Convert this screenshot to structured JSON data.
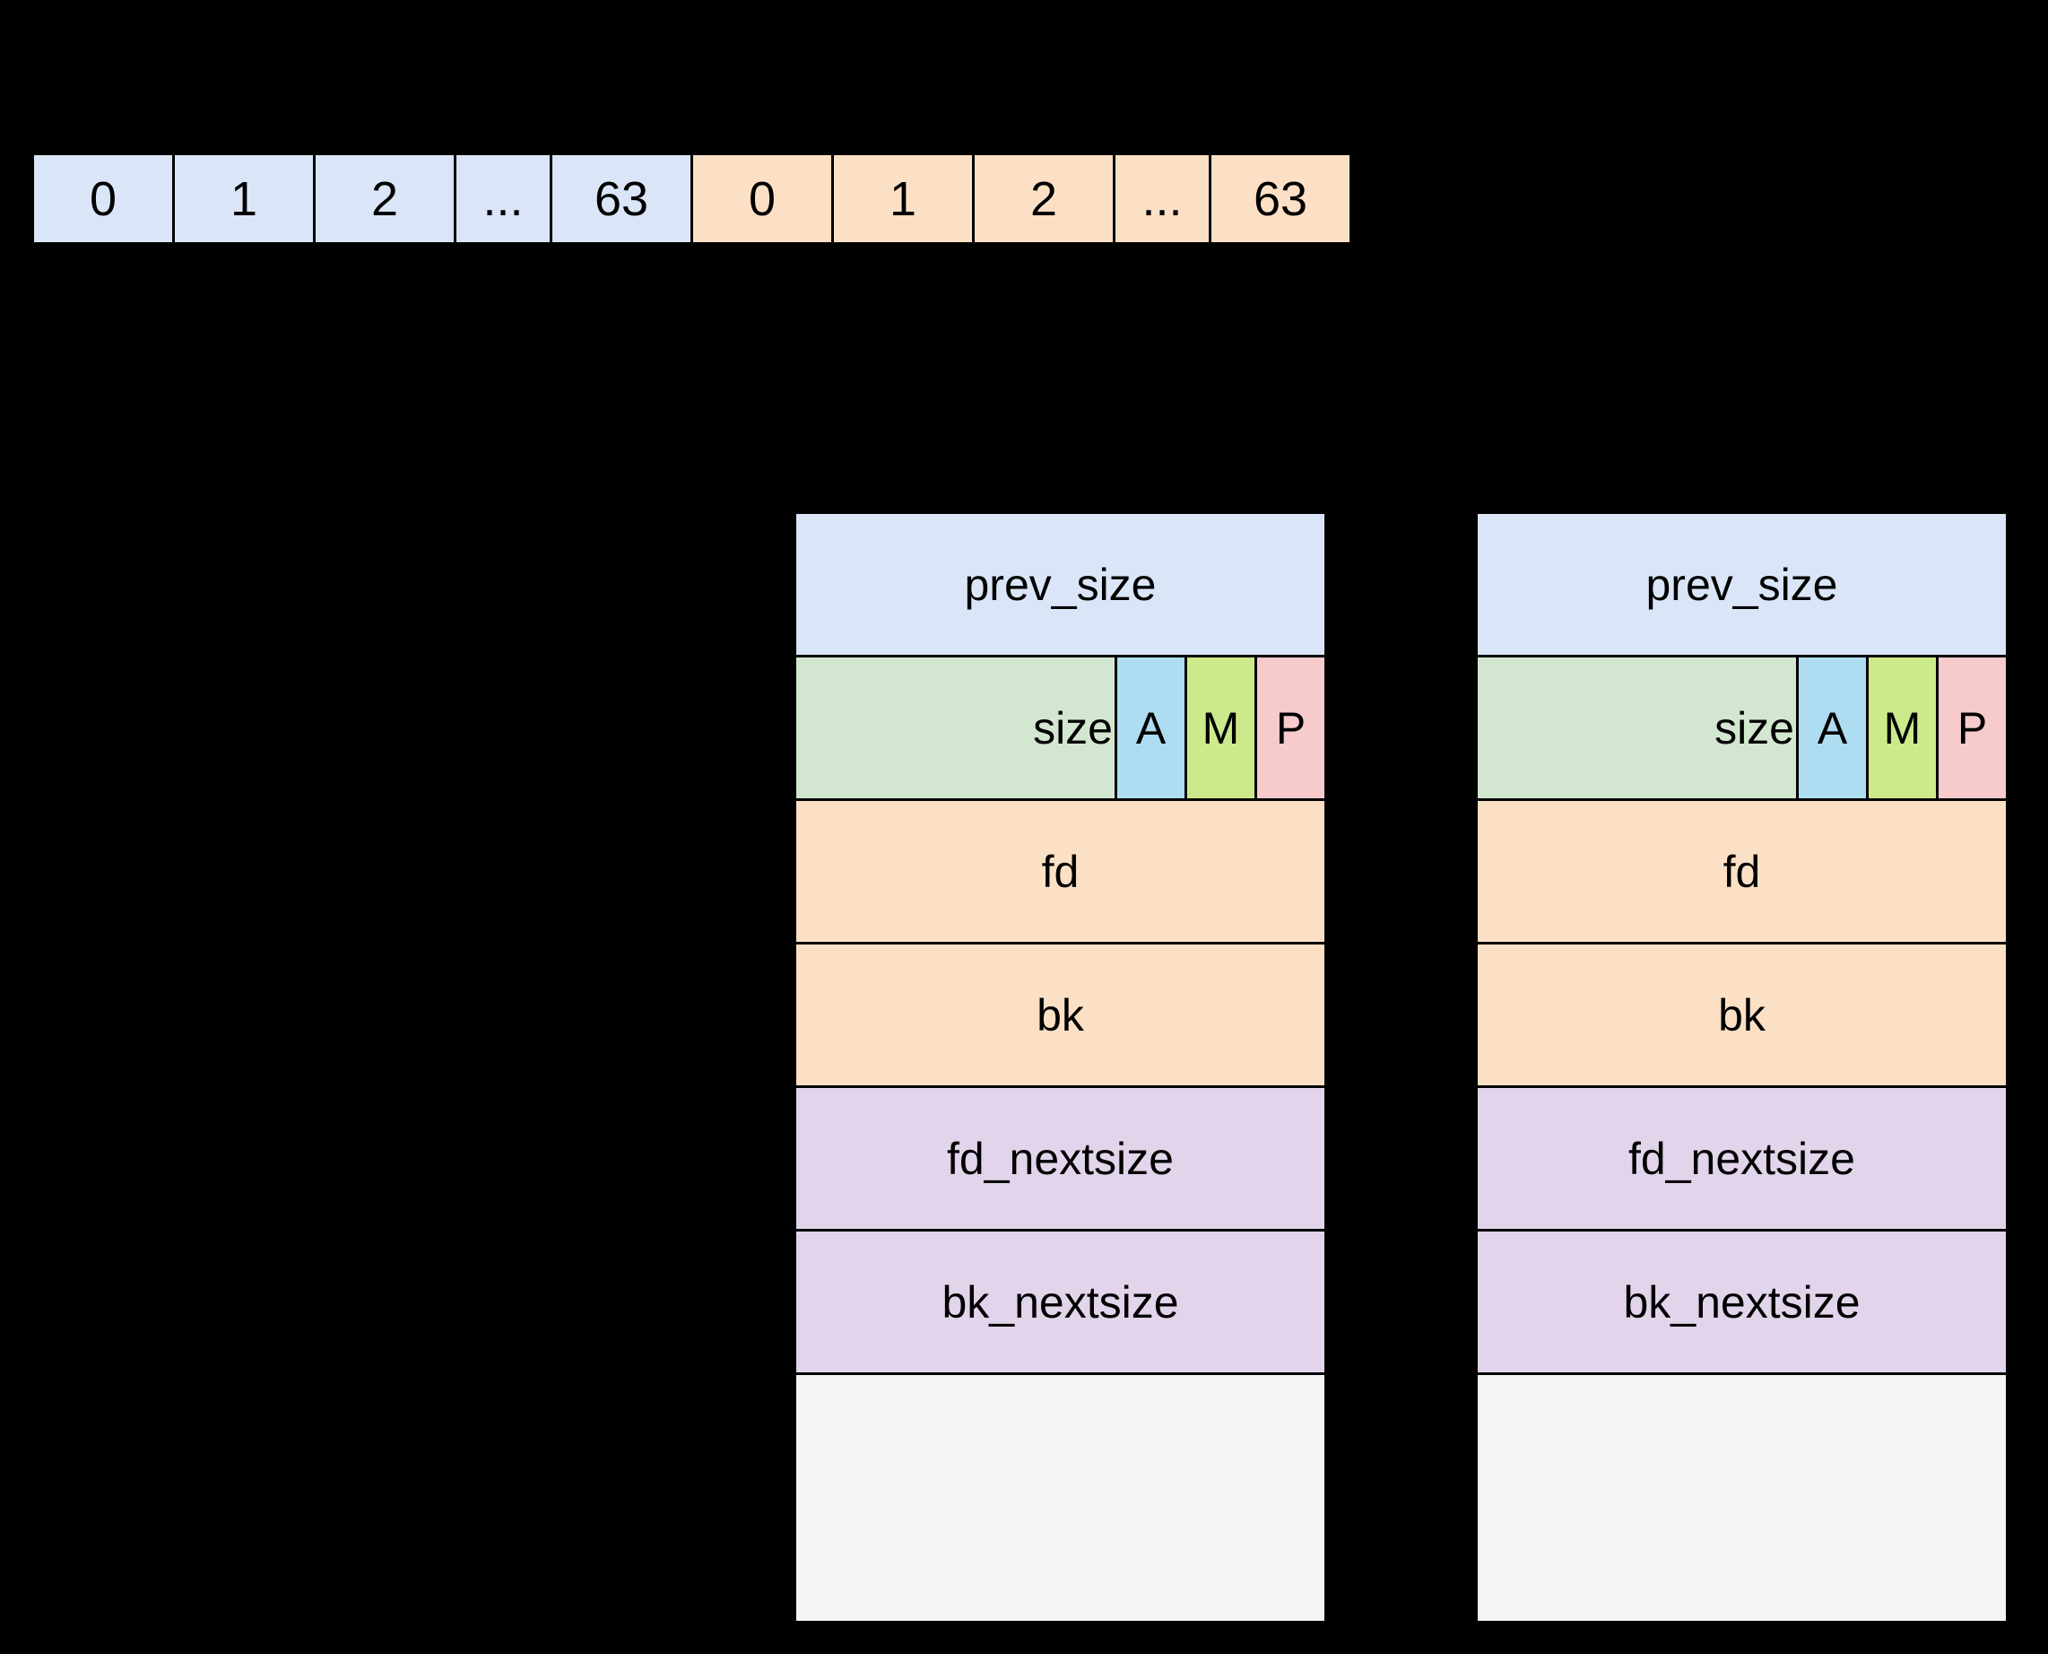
{
  "bin_index_row": {
    "name": "bin-index-row",
    "cells": [
      {
        "label": "0",
        "color": "#dae5f8",
        "group": "blue"
      },
      {
        "label": "1",
        "color": "#dae5f8",
        "group": "blue"
      },
      {
        "label": "2",
        "color": "#dae5f8",
        "group": "blue"
      },
      {
        "label": "...",
        "color": "#dae5f8",
        "group": "blue"
      },
      {
        "label": "63",
        "color": "#dae5f8",
        "group": "blue"
      },
      {
        "label": "0",
        "color": "#fce0c5",
        "group": "orange"
      },
      {
        "label": "1",
        "color": "#fce0c5",
        "group": "orange"
      },
      {
        "label": "2",
        "color": "#fce0c5",
        "group": "orange"
      },
      {
        "label": "...",
        "color": "#fce0c5",
        "group": "orange"
      },
      {
        "label": "63",
        "color": "#fce0c5",
        "group": "orange"
      }
    ]
  },
  "chunks": [
    {
      "name": "chunk-left",
      "rows": {
        "prev_size": "prev_size",
        "size": "size",
        "flag_a": "A",
        "flag_m": "M",
        "flag_p": "P",
        "fd": "fd",
        "bk": "bk",
        "fd_nextsize": "fd_nextsize",
        "bk_nextsize": "bk_nextsize",
        "blank": ""
      }
    },
    {
      "name": "chunk-right",
      "rows": {
        "prev_size": "prev_size",
        "size": "size",
        "flag_a": "A",
        "flag_m": "M",
        "flag_p": "P",
        "fd": "fd",
        "bk": "bk",
        "fd_nextsize": "fd_nextsize",
        "bk_nextsize": "bk_nextsize",
        "blank": ""
      }
    }
  ],
  "colors": {
    "background": "#000000",
    "bin_blue": "#dae5f8",
    "bin_orange": "#fce0c5",
    "prev_size": "#dae5f8",
    "size": "#d3e7d0",
    "flag_a": "#aedcf0",
    "flag_m": "#ccea8c",
    "flag_p": "#f7cbcb",
    "fd_bk": "#fce0c5",
    "nextsize": "#e2d4ea",
    "blank": "#f4f4f4",
    "stroke": "#000000"
  }
}
